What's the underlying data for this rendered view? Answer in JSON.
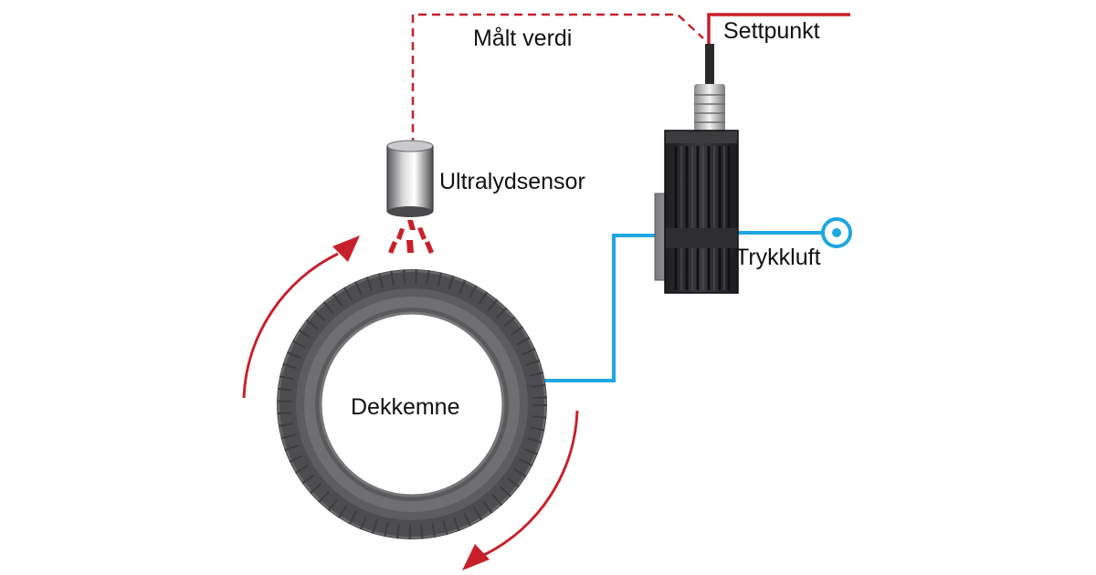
{
  "labels": {
    "measured_value": "Målt verdi",
    "setpoint": "Settpunkt",
    "ultrasonic_sensor": "Ultralydsensor",
    "compressed_air": "Trykkluft",
    "tire_blank": "Dekkemne"
  },
  "colors": {
    "signal_red": "#c8202a",
    "air_blue": "#1ea7e1",
    "tire_dark": "#4d4d4f",
    "tire_mid": "#6a6a6c",
    "valve_body": "#2b2b2d",
    "text": "#111111"
  },
  "icons": {
    "sensor": "ultrasonic-sensor-icon",
    "valve": "proportional-valve-icon",
    "air_source": "air-supply-symbol-icon",
    "tire": "tire-icon"
  }
}
